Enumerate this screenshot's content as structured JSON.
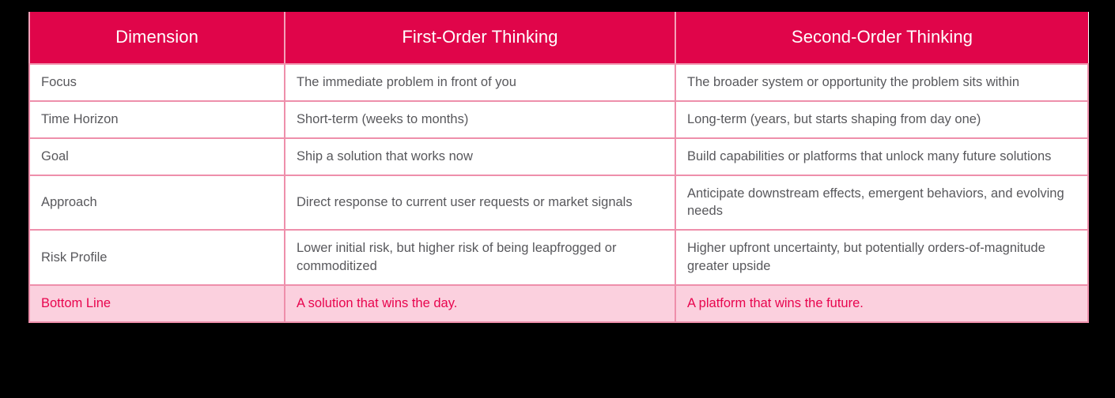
{
  "table": {
    "headers": [
      "Dimension",
      "First-Order Thinking",
      "Second-Order Thinking"
    ],
    "rows": [
      {
        "dimension": "Focus",
        "first_order": "The immediate problem in front of you",
        "second_order": "The broader system or opportunity the problem sits within",
        "highlight": false
      },
      {
        "dimension": "Time Horizon",
        "first_order": "Short-term (weeks to months)",
        "second_order": "Long-term (years, but starts shaping from day one)",
        "highlight": false
      },
      {
        "dimension": "Goal",
        "first_order": "Ship a solution that works now",
        "second_order": "Build capabilities or platforms that unlock many future solutions",
        "highlight": false
      },
      {
        "dimension": "Approach",
        "first_order": "Direct response to current user requests or market signals",
        "second_order": "Anticipate downstream effects, emergent behaviors, and evolving needs",
        "highlight": false
      },
      {
        "dimension": "Risk Profile",
        "first_order": "Lower initial risk, but higher risk of being leapfrogged or commoditized",
        "second_order": "Higher upfront uncertainty, but potentially orders-of-magnitude greater upside",
        "highlight": false
      },
      {
        "dimension": "Bottom Line",
        "first_order": "A solution that wins the day.",
        "second_order": "A platform that wins the future.",
        "highlight": true
      }
    ]
  },
  "colors": {
    "header_background": "#e0054a",
    "header_text": "#ffffff",
    "border": "#ee8fab",
    "body_text": "#58585c",
    "highlight_background": "#fbd0de",
    "highlight_text": "#e8054e",
    "page_background": "#000000"
  }
}
